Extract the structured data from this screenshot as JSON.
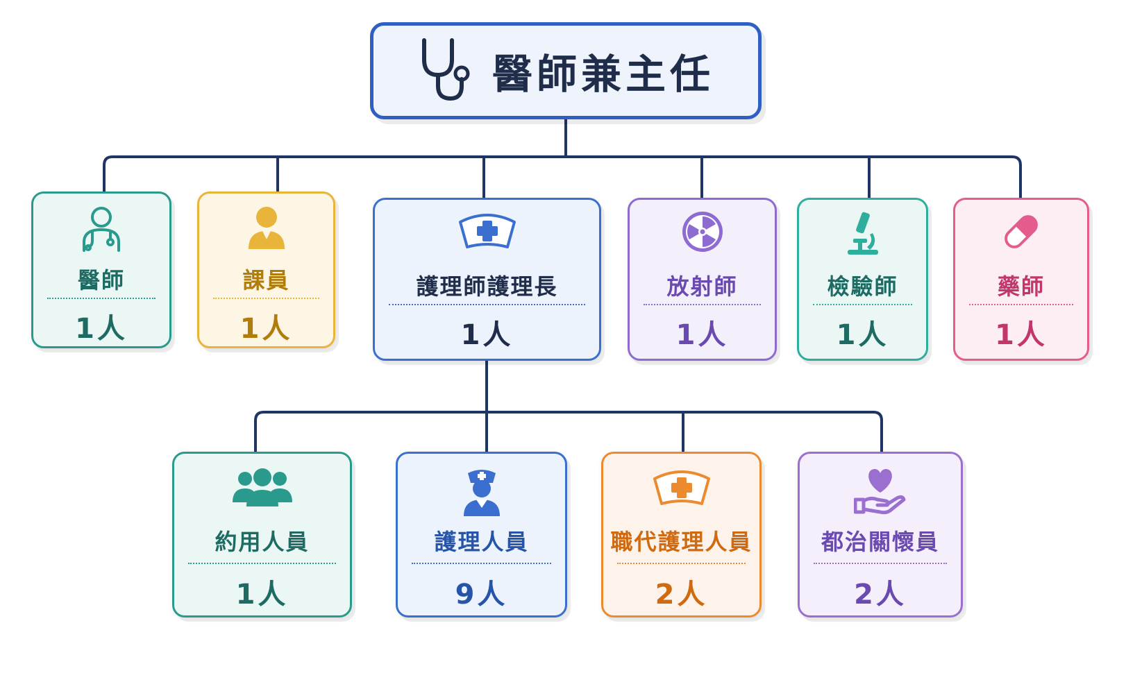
{
  "root": {
    "title": "醫師兼主任",
    "icon": "stethoscope-icon",
    "color": "#2f5fc4"
  },
  "departments": [
    {
      "label": "醫師",
      "count": "1人",
      "icon": "doctor-icon",
      "color": "#2a9a8c",
      "bg": "#eaf7f4",
      "text": "#1d6b62"
    },
    {
      "label": "課員",
      "count": "1人",
      "icon": "person-icon",
      "color": "#e8b53a",
      "bg": "#fdf6e4",
      "text": "#b07c0c"
    },
    {
      "label": "護理師護理長",
      "count": "1人",
      "icon": "nurse-cap-icon",
      "color": "#3a6fcf",
      "bg": "#edf3fc",
      "text": "#1f2d4a"
    },
    {
      "label": "放射師",
      "count": "1人",
      "icon": "radiation-icon",
      "color": "#8d6bd0",
      "bg": "#f3effb",
      "text": "#6a4ab0"
    },
    {
      "label": "檢驗師",
      "count": "1人",
      "icon": "microscope-icon",
      "color": "#2fae9e",
      "bg": "#eaf7f4",
      "text": "#1d6b62"
    },
    {
      "label": "藥師",
      "count": "1人",
      "icon": "pill-icon",
      "color": "#e45c8e",
      "bg": "#fdeef4",
      "text": "#c2366b"
    }
  ],
  "nursing_staff": [
    {
      "label": "約用人員",
      "count": "1人",
      "icon": "group-icon",
      "color": "#2a9a8c",
      "bg": "#eaf7f4",
      "text": "#1d6b62"
    },
    {
      "label": "護理人員",
      "count": "9人",
      "icon": "nurse-icon",
      "color": "#3a6fcf",
      "bg": "#edf3fc",
      "text": "#2654a8"
    },
    {
      "label": "職代護理人員",
      "count": "2人",
      "icon": "nurse-cap-icon",
      "color": "#ec8a2e",
      "bg": "#fdf3ea",
      "text": "#cf6a10"
    },
    {
      "label": "都治關懷員",
      "count": "2人",
      "icon": "heart-hand-icon",
      "color": "#9b6fd0",
      "bg": "#f4effb",
      "text": "#6a4ab0"
    }
  ]
}
